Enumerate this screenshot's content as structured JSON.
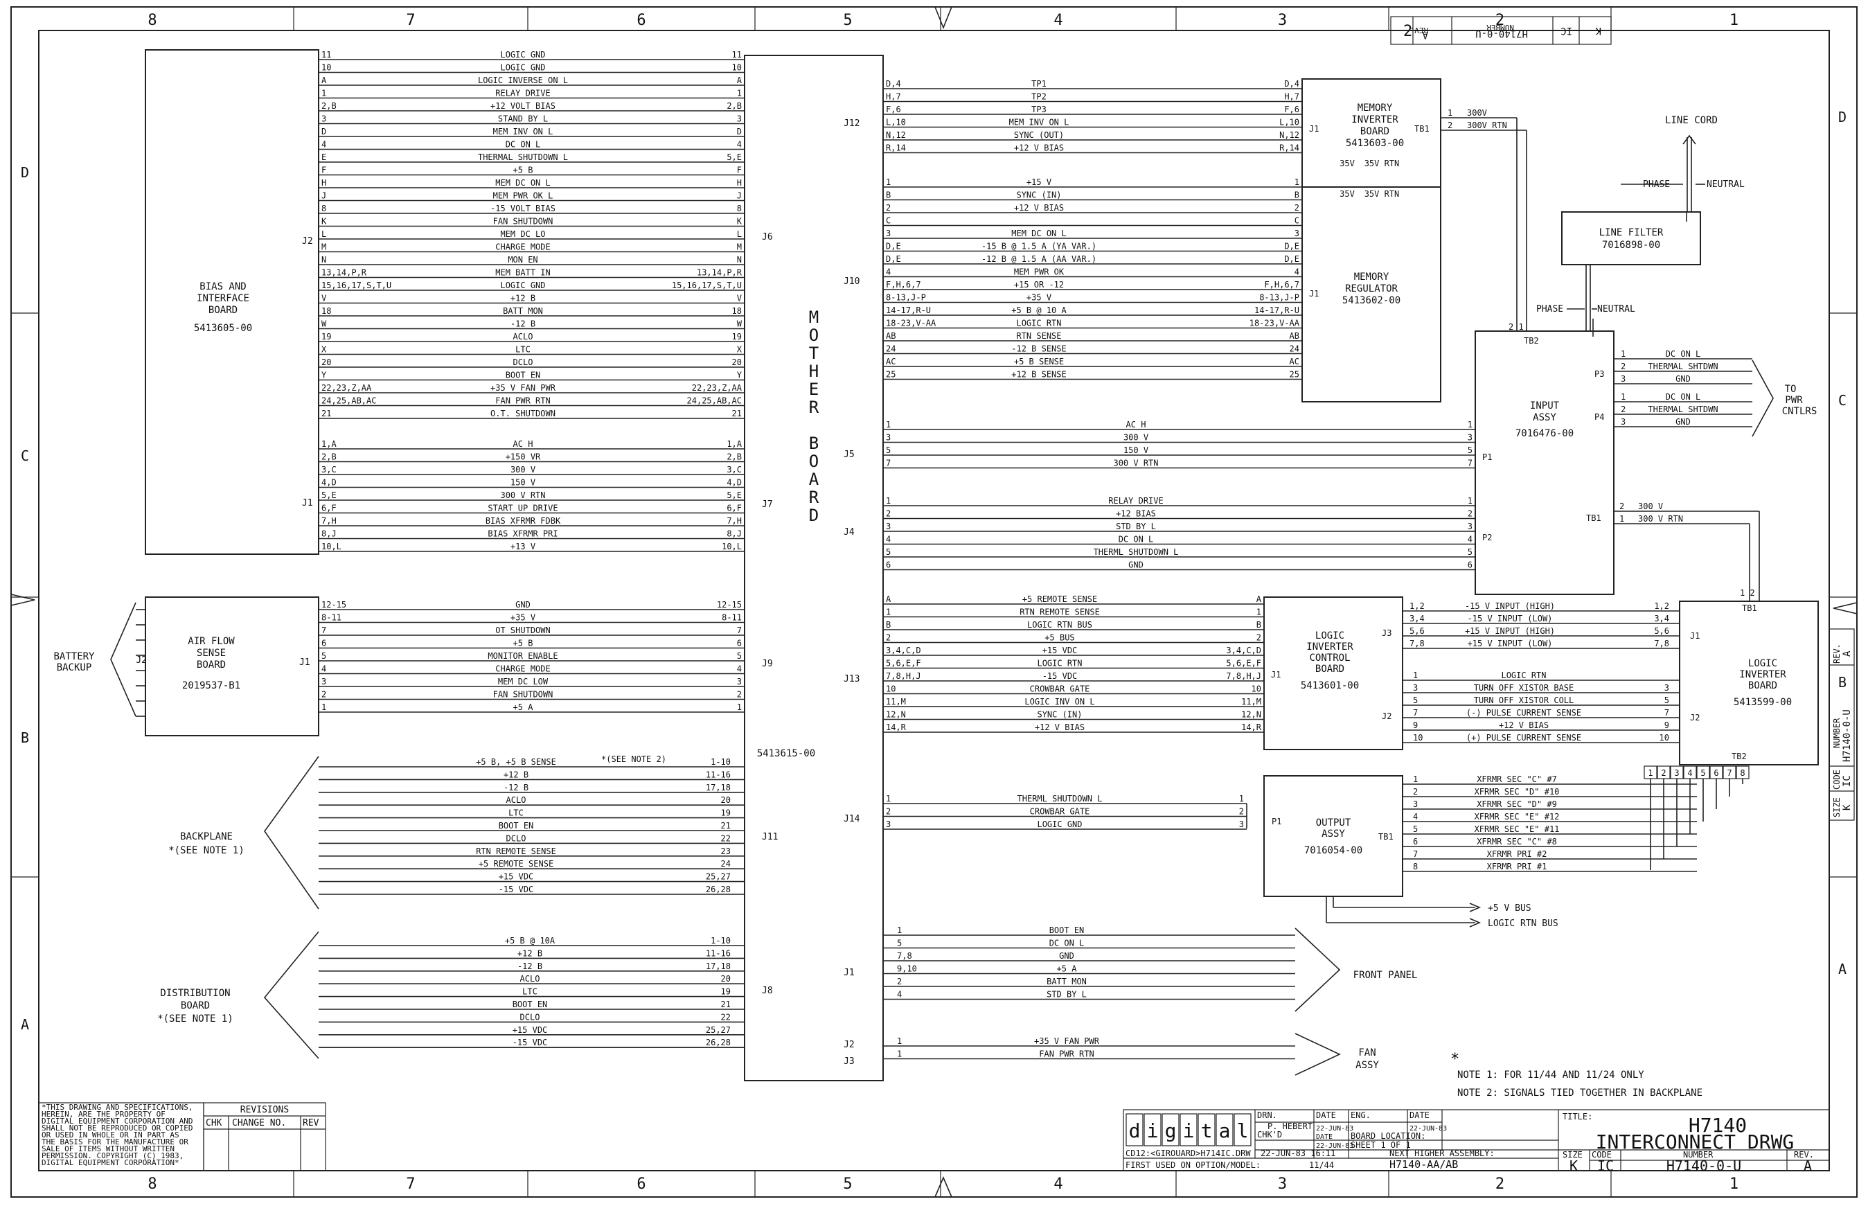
{
  "zones_top": [
    "8",
    "7",
    "6",
    "5",
    "4",
    "3",
    "2",
    "1"
  ],
  "zones_side": [
    "D",
    "C",
    "B",
    "A"
  ],
  "boards": {
    "bias": {
      "lines": [
        "BIAS AND",
        "INTERFACE",
        "BOARD",
        "5413605-00"
      ]
    },
    "airflow": {
      "lines": [
        "AIR FLOW",
        "SENSE",
        "BOARD",
        "2019537-B1"
      ]
    },
    "mother": {
      "letters": [
        "M",
        "O",
        "T",
        "H",
        "E",
        "R",
        "",
        "B",
        "O",
        "A",
        "R",
        "D"
      ],
      "part": "5413615-00"
    },
    "meminv": {
      "lines": [
        "MEMORY",
        "INVERTER",
        "BOARD",
        "5413603-00"
      ]
    },
    "memreg": {
      "lines": [
        "MEMORY",
        "REGULATOR",
        "5413602-00"
      ]
    },
    "linefilter": {
      "lines": [
        "LINE FILTER",
        "7016898-00"
      ]
    },
    "input": {
      "lines": [
        "INPUT",
        "ASSY",
        "7016476-00"
      ]
    },
    "logicctl": {
      "lines": [
        "LOGIC",
        "INVERTER",
        "CONTROL",
        "BOARD",
        "5413601-00"
      ]
    },
    "logicinv": {
      "lines": [
        "LOGIC",
        "INVERTER",
        "BOARD",
        "5413599-00"
      ]
    },
    "output": {
      "lines": [
        "OUTPUT",
        "ASSY",
        "7016054-00"
      ]
    }
  },
  "external": {
    "battery": [
      "BATTERY",
      "BACKUP"
    ],
    "backplane": [
      "BACKPLANE",
      "*(SEE NOTE 1)"
    ],
    "distribution": [
      "DISTRIBUTION",
      "BOARD",
      "*(SEE NOTE 1)"
    ],
    "front_panel": "FRONT PANEL",
    "fan": [
      "FAN",
      "ASSY"
    ],
    "pwr": [
      "TO",
      "PWR",
      "CNTLRS"
    ],
    "line_cord": "LINE CORD",
    "phase": "PHASE",
    "neutral": "NEUTRAL",
    "bus5v": "+5 V BUS",
    "logic_rtn_bus": "LOGIC RTN BUS"
  },
  "connectors": {
    "j2": "J2",
    "j1": "J1",
    "j6": "J6",
    "j7": "J7",
    "j9": "J9",
    "j11": "J11",
    "j8": "J8",
    "j12": "J12",
    "j10": "J10",
    "j5": "J5",
    "j4": "J4",
    "j13": "J13",
    "j14": "J14",
    "j1m": "J1",
    "j2f": "J2",
    "j3f": "J3",
    "tb1": "TB1",
    "tb2": "TB2",
    "p1": "P1",
    "p2": "P2",
    "p3": "P3",
    "p4": "P4",
    "j3": "J3"
  },
  "signals": {
    "j2": [
      [
        "11",
        "LOGIC GND",
        "11"
      ],
      [
        "10",
        "LOGIC GND",
        "10"
      ],
      [
        "A",
        "LOGIC INVERSE ON L",
        "A"
      ],
      [
        "1",
        "RELAY DRIVE",
        "1"
      ],
      [
        "2,B",
        "+12 VOLT BIAS",
        "2,B"
      ],
      [
        "3",
        "STAND BY L",
        "3"
      ],
      [
        "D",
        "MEM INV ON L",
        "D"
      ],
      [
        "4",
        "DC ON L",
        "4"
      ],
      [
        "E",
        "THERMAL SHUTDOWN L",
        "5,E"
      ],
      [
        "F",
        "+5 B",
        "F"
      ],
      [
        "H",
        "MEM DC ON L",
        "H"
      ],
      [
        "J",
        "MEM PWR OK L",
        "J"
      ],
      [
        "8",
        "-15 VOLT BIAS",
        "8"
      ],
      [
        "K",
        "FAN SHUTDOWN",
        "K"
      ],
      [
        "L",
        "MEM DC LO",
        "L"
      ],
      [
        "M",
        "CHARGE MODE",
        "M"
      ],
      [
        "N",
        "MON EN",
        "N"
      ],
      [
        "13,14,P,R",
        "MEM BATT IN",
        "13,14,P,R"
      ],
      [
        "15,16,17,S,T,U",
        "LOGIC GND",
        "15,16,17,S,T,U"
      ],
      [
        "V",
        "+12 B",
        "V"
      ],
      [
        "18",
        "BATT MON",
        "18"
      ],
      [
        "W",
        "-12 B",
        "W"
      ],
      [
        "19",
        "ACLO",
        "19"
      ],
      [
        "X",
        "LTC",
        "X"
      ],
      [
        "20",
        "DCLO",
        "20"
      ],
      [
        "Y",
        "BOOT EN",
        "Y"
      ],
      [
        "22,23,Z,AA",
        "+35 V FAN PWR",
        "22,23,Z,AA"
      ],
      [
        "24,25,AB,AC",
        "FAN PWR RTN",
        "24,25,AB,AC"
      ],
      [
        "21",
        "O.T. SHUTDOWN",
        "21"
      ]
    ],
    "j1": [
      [
        "1,A",
        "AC H",
        "1,A"
      ],
      [
        "2,B",
        "+150 VR",
        "2,B"
      ],
      [
        "3,C",
        "300 V",
        "3,C"
      ],
      [
        "4,D",
        "150 V",
        "4,D"
      ],
      [
        "5,E",
        "300 V RTN",
        "5,E"
      ],
      [
        "6,F",
        "START UP DRIVE",
        "6,F"
      ],
      [
        "7,H",
        "BIAS XFRMR FDBK",
        "7,H"
      ],
      [
        "8,J",
        "BIAS XFRMR PRI",
        "8,J"
      ],
      [
        "10,L",
        "+13 V",
        "10,L"
      ]
    ],
    "airflow": [
      [
        "12-15",
        "GND",
        "12-15"
      ],
      [
        "8-11",
        "+35 V",
        "8-11"
      ],
      [
        "7",
        "OT SHUTDOWN",
        "7"
      ],
      [
        "6",
        "+5 B",
        "6"
      ],
      [
        "5",
        "MONITOR ENABLE",
        "5"
      ],
      [
        "4",
        "CHARGE MODE",
        "4"
      ],
      [
        "3",
        "MEM DC LOW",
        "3"
      ],
      [
        "2",
        "FAN SHUTDOWN",
        "2"
      ],
      [
        "1",
        "+5 A",
        "1"
      ]
    ],
    "backplane": [
      [
        "+5 B, +5 B SENSE",
        "1-10"
      ],
      [
        "+12 B",
        "11-16"
      ],
      [
        "-12 B",
        "17,18"
      ],
      [
        "ACLO",
        "20"
      ],
      [
        "LTC",
        "19"
      ],
      [
        "BOOT EN",
        "21"
      ],
      [
        "DCLO",
        "22"
      ],
      [
        "RTN REMOTE SENSE",
        "23"
      ],
      [
        "+5 REMOTE SENSE",
        "24"
      ],
      [
        "+15 VDC",
        "25,27"
      ],
      [
        "-15 VDC",
        "26,28"
      ]
    ],
    "backplane_note": "*(SEE NOTE 2)",
    "distribution": [
      [
        "+5 B @ 10A",
        "1-10"
      ],
      [
        "+12 B",
        "11-16"
      ],
      [
        "-12 B",
        "17,18"
      ],
      [
        "ACLO",
        "20"
      ],
      [
        "LTC",
        "19"
      ],
      [
        "BOOT EN",
        "21"
      ],
      [
        "DCLO",
        "22"
      ],
      [
        "+15 VDC",
        "25,27"
      ],
      [
        "-15 VDC",
        "26,28"
      ]
    ],
    "j12": [
      [
        "D,4",
        "TP1",
        "D,4"
      ],
      [
        "H,7",
        "TP2",
        "H,7"
      ],
      [
        "F,6",
        "TP3",
        "F,6"
      ],
      [
        "L,10",
        "MEM INV ON L",
        "L,10"
      ],
      [
        "N,12",
        "SYNC (OUT)",
        "N,12"
      ],
      [
        "R,14",
        "+12 V BIAS",
        "R,14"
      ]
    ],
    "j10": [
      [
        "1",
        "+15 V",
        "1"
      ],
      [
        "B",
        "SYNC (IN)",
        "B"
      ],
      [
        "2",
        "+12 V BIAS",
        "2"
      ],
      [
        "C",
        "",
        "C"
      ],
      [
        "3",
        "MEM DC ON L",
        "3"
      ],
      [
        "D,E",
        "-15 B @ 1.5 A (YA VAR.)",
        "D,E"
      ],
      [
        "D,E",
        "-12 B @ 1.5 A (AA VAR.)",
        "D,E"
      ],
      [
        "4",
        "MEM PWR OK",
        "4"
      ],
      [
        "F,H,6,7",
        "+15 OR -12",
        "F,H,6,7"
      ],
      [
        "8-13,J-P",
        "+35 V",
        "8-13,J-P"
      ],
      [
        "14-17,R-U",
        "+5 B @ 10 A",
        "14-17,R-U"
      ],
      [
        "18-23,V-AA",
        "LOGIC RTN",
        "18-23,V-AA"
      ],
      [
        "AB",
        "RTN SENSE",
        "AB"
      ],
      [
        "24",
        "-12 B SENSE",
        "24"
      ],
      [
        "AC",
        "+5 B SENSE",
        "AC"
      ],
      [
        "25",
        "+12 B SENSE",
        "25"
      ]
    ],
    "j5": [
      [
        "1",
        "AC H",
        "1"
      ],
      [
        "3",
        "300 V",
        "3"
      ],
      [
        "5",
        "150 V",
        "5"
      ],
      [
        "7",
        "300 V RTN",
        "7"
      ]
    ],
    "j4": [
      [
        "1",
        "RELAY DRIVE",
        "1"
      ],
      [
        "2",
        "+12 BIAS",
        "2"
      ],
      [
        "3",
        "STD BY L",
        "3"
      ],
      [
        "4",
        "DC ON L",
        "4"
      ],
      [
        "5",
        "THERML SHUTDOWN L",
        "5"
      ],
      [
        "6",
        "GND",
        "6"
      ]
    ],
    "j13": [
      [
        "A",
        "+5 REMOTE SENSE",
        "A"
      ],
      [
        "1",
        "RTN REMOTE SENSE",
        "1"
      ],
      [
        "B",
        "LOGIC RTN BUS",
        "B"
      ],
      [
        "2",
        "+5 BUS",
        "2"
      ],
      [
        "3,4,C,D",
        "+15 VDC",
        "3,4,C,D"
      ],
      [
        "5,6,E,F",
        "LOGIC RTN",
        "5,6,E,F"
      ],
      [
        "7,8,H,J",
        "-15 VDC",
        "7,8,H,J"
      ],
      [
        "10",
        "CROWBAR GATE",
        "10"
      ],
      [
        "11,M",
        "LOGIC INV ON L",
        "11,M"
      ],
      [
        "12,N",
        "SYNC (IN)",
        "12,N"
      ],
      [
        "14,R",
        "+12 V BIAS",
        "14,R"
      ]
    ],
    "j14": [
      [
        "1",
        "THERML SHUTDOWN L",
        "1"
      ],
      [
        "2",
        "CROWBAR GATE",
        "2"
      ],
      [
        "3",
        "LOGIC GND",
        "3"
      ]
    ],
    "j1f": [
      [
        "1",
        "BOOT EN"
      ],
      [
        "5",
        "DC ON L"
      ],
      [
        "7,8",
        "GND"
      ],
      [
        "9,10",
        "+5 A"
      ],
      [
        "2",
        "BATT MON"
      ],
      [
        "4",
        "STD BY L"
      ]
    ],
    "j2f": [
      [
        "1",
        "+35 V FAN PWR"
      ],
      [
        "1",
        "FAN PWR RTN"
      ]
    ],
    "lic_j3": [
      [
        "1,2",
        "-15 V INPUT (HIGH)",
        "1,2"
      ],
      [
        "3,4",
        "-15 V INPUT (LOW)",
        "3,4"
      ],
      [
        "5,6",
        "+15 V INPUT (HIGH)",
        "5,6"
      ],
      [
        "7,8",
        "+15 V INPUT (LOW)",
        "7,8"
      ]
    ],
    "lic_j2": [
      [
        "1",
        "LOGIC RTN",
        ""
      ],
      [
        "3",
        "TURN OFF XISTOR BASE",
        "3"
      ],
      [
        "5",
        "TURN OFF XISTOR COLL",
        "5"
      ],
      [
        "7",
        "(-) PULSE CURRENT SENSE",
        "7"
      ],
      [
        "9",
        "+12 V BIAS",
        "9"
      ],
      [
        "10",
        "(+) PULSE CURRENT SENSE",
        "10"
      ]
    ],
    "output_tb1": [
      [
        "1",
        "XFRMR SEC \"C\" #7"
      ],
      [
        "2",
        "XFRMR SEC \"D\" #10"
      ],
      [
        "3",
        "XFRMR SEC \"D\" #9"
      ],
      [
        "4",
        "XFRMR SEC \"E\" #12"
      ],
      [
        "5",
        "XFRMR SEC \"E\" #11"
      ],
      [
        "6",
        "XFRMR SEC \"C\" #8"
      ],
      [
        "7",
        "XFRMR PRI #2"
      ],
      [
        "8",
        "XFRMR PRI #1"
      ]
    ],
    "meminv_tb1": [
      [
        "1",
        "300V"
      ],
      [
        "2",
        "300V RTN"
      ]
    ],
    "input_tb1": [
      [
        "2",
        "300 V"
      ],
      [
        "1",
        "300 V RTN"
      ]
    ],
    "p3": [
      [
        "1",
        "DC ON L"
      ],
      [
        "2",
        "THERMAL SHTDWN"
      ],
      [
        "3",
        "GND"
      ]
    ],
    "p4": [
      [
        "1",
        "DC ON L"
      ],
      [
        "2",
        "THERMAL SHTDWN"
      ],
      [
        "3",
        "GND"
      ]
    ],
    "misc": {
      "v35": "35V",
      "v35rtn": "35V RTN",
      "tb2_pins": "2 1",
      "tb1_pins": "1 2",
      "tb2_lib": [
        "1",
        "2",
        "3",
        "4",
        "5",
        "6",
        "7",
        "8"
      ]
    }
  },
  "notes": {
    "star": "*",
    "note1": "NOTE 1:  FOR 11/44 AND 11/24 ONLY",
    "note2": "NOTE 2:  SIGNALS TIED TOGETHER IN BACKPLANE"
  },
  "title_block": {
    "proprietary": [
      "*THIS DRAWING AND SPECIFICATIONS,",
      "HEREIN, ARE THE PROPERTY OF",
      "DIGITAL EQUIPMENT CORPORATION AND",
      "SHALL NOT BE REPRODUCED OR COPIED",
      "OR USED IN WHOLE OR IN PART AS",
      "THE BASIS FOR THE MANUFACTURE OR",
      "SALE OF ITEMS WITHOUT WRITTEN",
      "PERMISSION.  COPYRIGHT (C) 1983,",
      "DIGITAL EQUIPMENT CORPORATION*"
    ],
    "revisions": "REVISIONS",
    "chk": "CHK",
    "change_no": "CHANGE NO.",
    "rev": "REV",
    "logo": "digital",
    "drn": "DRN.",
    "drn_name": "P. HEBERT",
    "chkd": "CHK'D",
    "date_label": "DATE",
    "date1": "22-JUN-83",
    "date2": "22-JUN-83",
    "eng": "ENG.",
    "date3": "22-JUN-83",
    "board_location": "BOARD LOCATION:",
    "sheet": "SHEET  1  OF  1",
    "file": "CD12:<GIROUARD>H714IC.DRW",
    "file_date": "22-JUN-83 16:11",
    "next_higher": "NEXT HIGHER ASSEMBLY:",
    "next_higher_val": "H7140-AA/AB",
    "first_used": "FIRST USED ON OPTION/MODEL:",
    "first_used_val": "11/44",
    "title_label": "TITLE:",
    "title1": "H7140",
    "title2": "INTERCONNECT DRWG",
    "size_label": "SIZE",
    "code_label": "CODE",
    "number_label": "NUMBER",
    "rev_label": "REV.",
    "size": "K",
    "code": "IC",
    "number": "H7140-0-U",
    "rev_val": "A",
    "top_rev": "REV.",
    "top_rev_val": "A",
    "top_num": "H7140-0-U",
    "top_num_label": "NUMBER",
    "top_code": "IC",
    "top_size": "K",
    "side_rev": "REV.",
    "side_num": "NUMBER",
    "side_code": "CODE",
    "side_size": "SIZE",
    "side_rev_val": "A",
    "side_num_val": "H7140-0-U",
    "side_code_val": "IC",
    "side_size_val": "K"
  }
}
